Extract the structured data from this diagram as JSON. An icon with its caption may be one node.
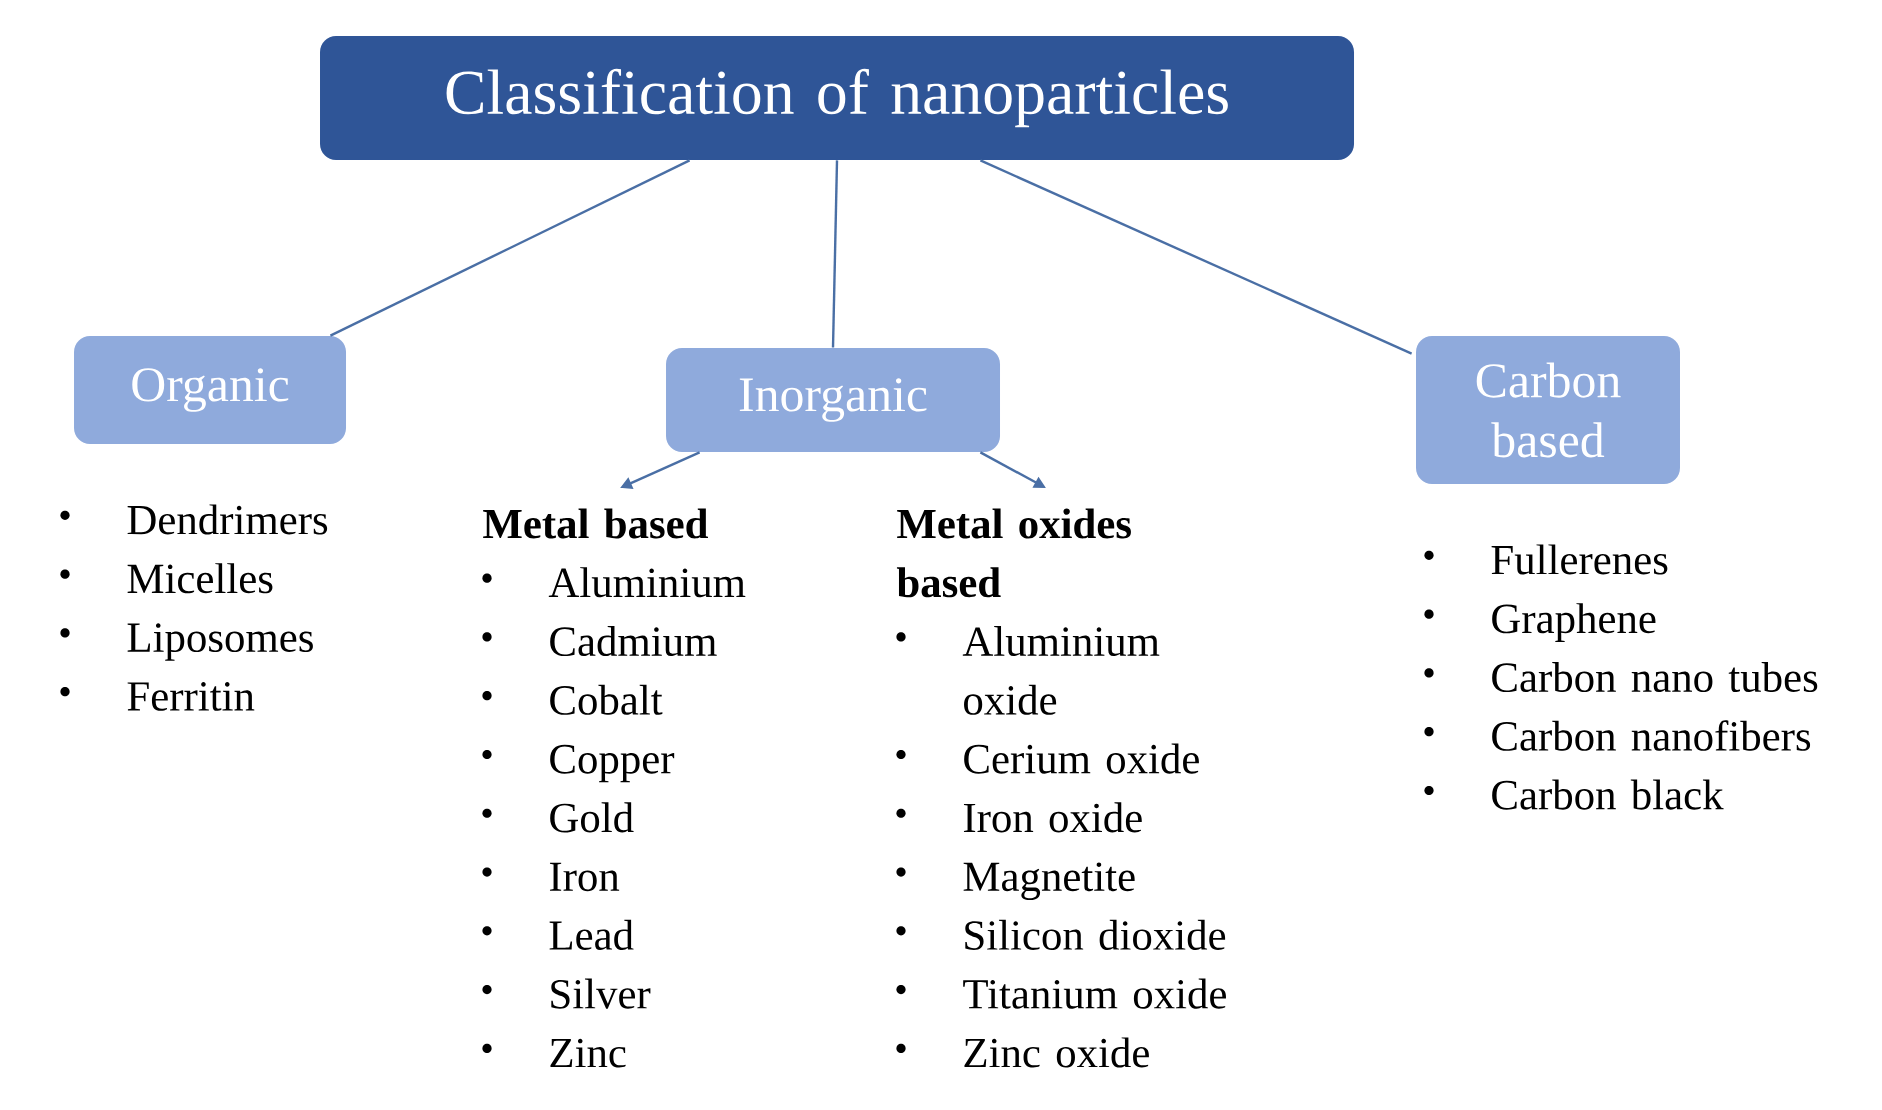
{
  "diagram": {
    "nodes": [
      {
        "text": [
          "Classification of nanoparticles"
        ]
      },
      {
        "text": [
          "Organic"
        ]
      },
      {
        "text": [
          "Inorganic"
        ]
      },
      {
        "text": [
          "Carbon based"
        ]
      },
      {
        "text": [
          "Metal based",
          "Aluminium",
          "Cadmium",
          "Cobalt",
          "Copper",
          "Gold",
          "Iron",
          "Lead",
          "Silver",
          "Zinc"
        ]
      },
      {
        "text": [
          "Metal oxides based",
          "Aluminium oxide",
          "Cerium oxide",
          "Iron oxide",
          "Magnetite",
          "Silicon dioxide",
          "Titanium oxide",
          "Zinc oxide"
        ]
      }
    ],
    "edges": [
      {
        "from": 0,
        "to": 1,
        "arrow": "none"
      },
      {
        "from": 0,
        "to": 2,
        "arrow": "none"
      },
      {
        "from": 0,
        "to": 3,
        "arrow": "none"
      },
      {
        "from": 2,
        "to": 4,
        "arrow": "to"
      },
      {
        "from": 2,
        "to": 5,
        "arrow": "to"
      }
    ],
    "labels": [
      "Dendrimers",
      "Micelles",
      "Liposomes",
      "Ferritin",
      "Fullerenes",
      "Graphene",
      "Carbon nano tubes",
      "Carbon nanofibers",
      "Carbon black"
    ]
  }
}
